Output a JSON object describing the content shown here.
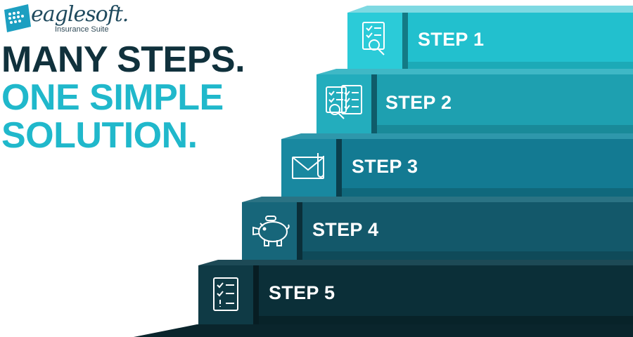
{
  "brand": {
    "name": "eaglesoft.",
    "tagline": "Insurance Suite",
    "colors": {
      "dark": "#10313c",
      "teal": "#20b8cb",
      "logo_bg": "#1d9fc1"
    }
  },
  "headline": {
    "line1": "MANY STEPS.",
    "line2": "ONE SIMPLE",
    "line3": "SOLUTION."
  },
  "steps": [
    {
      "label": "STEP 1",
      "icon": "checklist-magnifier-icon",
      "color": "#22c0ce"
    },
    {
      "label": "STEP 2",
      "icon": "documents-magnifier-icon",
      "color": "#1ea0b0"
    },
    {
      "label": "STEP 3",
      "icon": "envelope-paperclip-icon",
      "color": "#137a92"
    },
    {
      "label": "STEP 4",
      "icon": "piggy-bank-icon",
      "color": "#13586a"
    },
    {
      "label": "STEP 5",
      "icon": "checklist-icon",
      "color": "#0b2f38"
    }
  ]
}
